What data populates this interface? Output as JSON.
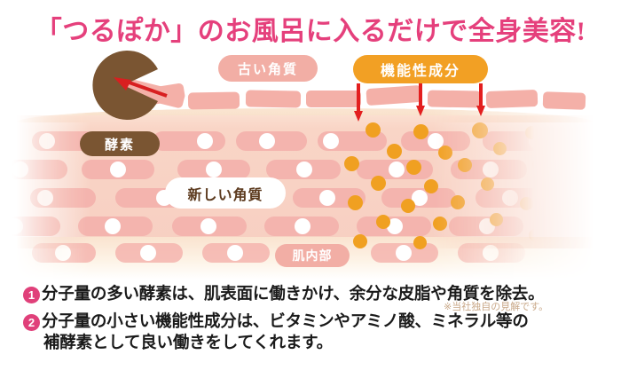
{
  "title": "「つるぽか」のお風呂に入るだけで全身美容!",
  "colors": {
    "title_pink": "#e5407c",
    "badge_pink": "#f2aea5",
    "badge_orange": "#f2a024",
    "badge_brown": "#7a5532",
    "cell_pink": "#f4b4ae",
    "particle_orange": "#f0a021",
    "arrow_red": "#e02020",
    "number_pink": "#e0407a",
    "disclaimer_tan": "#c9a888"
  },
  "diagram": {
    "badges": {
      "old_keratin": "古い角質",
      "functional_ingredient": "機能性成分",
      "enzyme": "酵素",
      "new_keratin": "新しい角質",
      "inner_skin": "肌内部"
    },
    "icons": {
      "enzyme_shape": "pacman-enzyme-icon",
      "eat_arrow": "arrow-left-icon",
      "penetration_arrows": "arrow-down-icon"
    },
    "disclaimer": "※当社独自の見解です。"
  },
  "notes": [
    {
      "number": "1",
      "lines": [
        "分子量の多い酵素は、肌表面に働きかけ、余分な皮脂や角質を除去。"
      ]
    },
    {
      "number": "2",
      "lines": [
        "分子量の小さい機能性成分は、ビタミンやアミノ酸、ミネラル等の",
        "補酵素として良い働きをしてくれます。"
      ]
    }
  ]
}
